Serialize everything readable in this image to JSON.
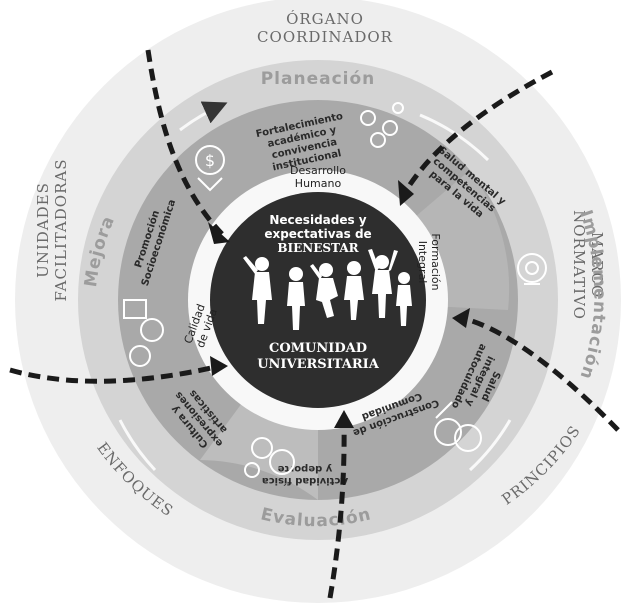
{
  "outer_ring": {
    "organo_line1": "ÓRGANO",
    "organo_line2": "COORDINADOR",
    "marco_line1": "MARCO",
    "marco_line2": "NORMATIVO",
    "principios": "PRINCIPIOS",
    "enfoques": "ENFOQUES",
    "unidades_line1": "UNIDADES",
    "unidades_line2": "FACILITADORAS"
  },
  "process_ring": {
    "planeacion": "Planeación",
    "implementacion": "Implementación",
    "evaluacion": "Evaluación",
    "mejora": "Mejora"
  },
  "dimensions": {
    "fortalecimiento": [
      "Fortalecimiento",
      "académico y",
      "convivencia",
      "institucional"
    ],
    "salud_mental": [
      "Salud mental y",
      "competencias",
      "para la vida"
    ],
    "salud_integral": [
      "Salud",
      "integral y",
      "autocuidado"
    ],
    "construccion": [
      "Construcción de",
      "Comunidad"
    ],
    "actividad": [
      "Actividad física",
      "y deporte"
    ],
    "cultura": [
      "Cultura y",
      "expresiones",
      "artísticas"
    ],
    "promocion": [
      "Promoción",
      "Socioeconómica"
    ]
  },
  "inner_ring": {
    "desarrollo": [
      "Desarrollo",
      "Humano"
    ],
    "formacion": [
      "Formación",
      "Integral"
    ],
    "calidad": [
      "Calidad",
      "de vida"
    ]
  },
  "core": {
    "top_line1": "Necesidades y",
    "top_line2": "expectativas de",
    "top_line3": "BIENESTAR",
    "bottom_line1": "COMUNIDAD",
    "bottom_line2": "UNIVERSITARIA"
  },
  "colors": {
    "outer_ring": "#eeeeee",
    "process_ring": "#d4d4d4",
    "dimension_ring": "#a9a9a9",
    "inner_ring": "#f8f8f8",
    "core": "#2e2e2e"
  }
}
